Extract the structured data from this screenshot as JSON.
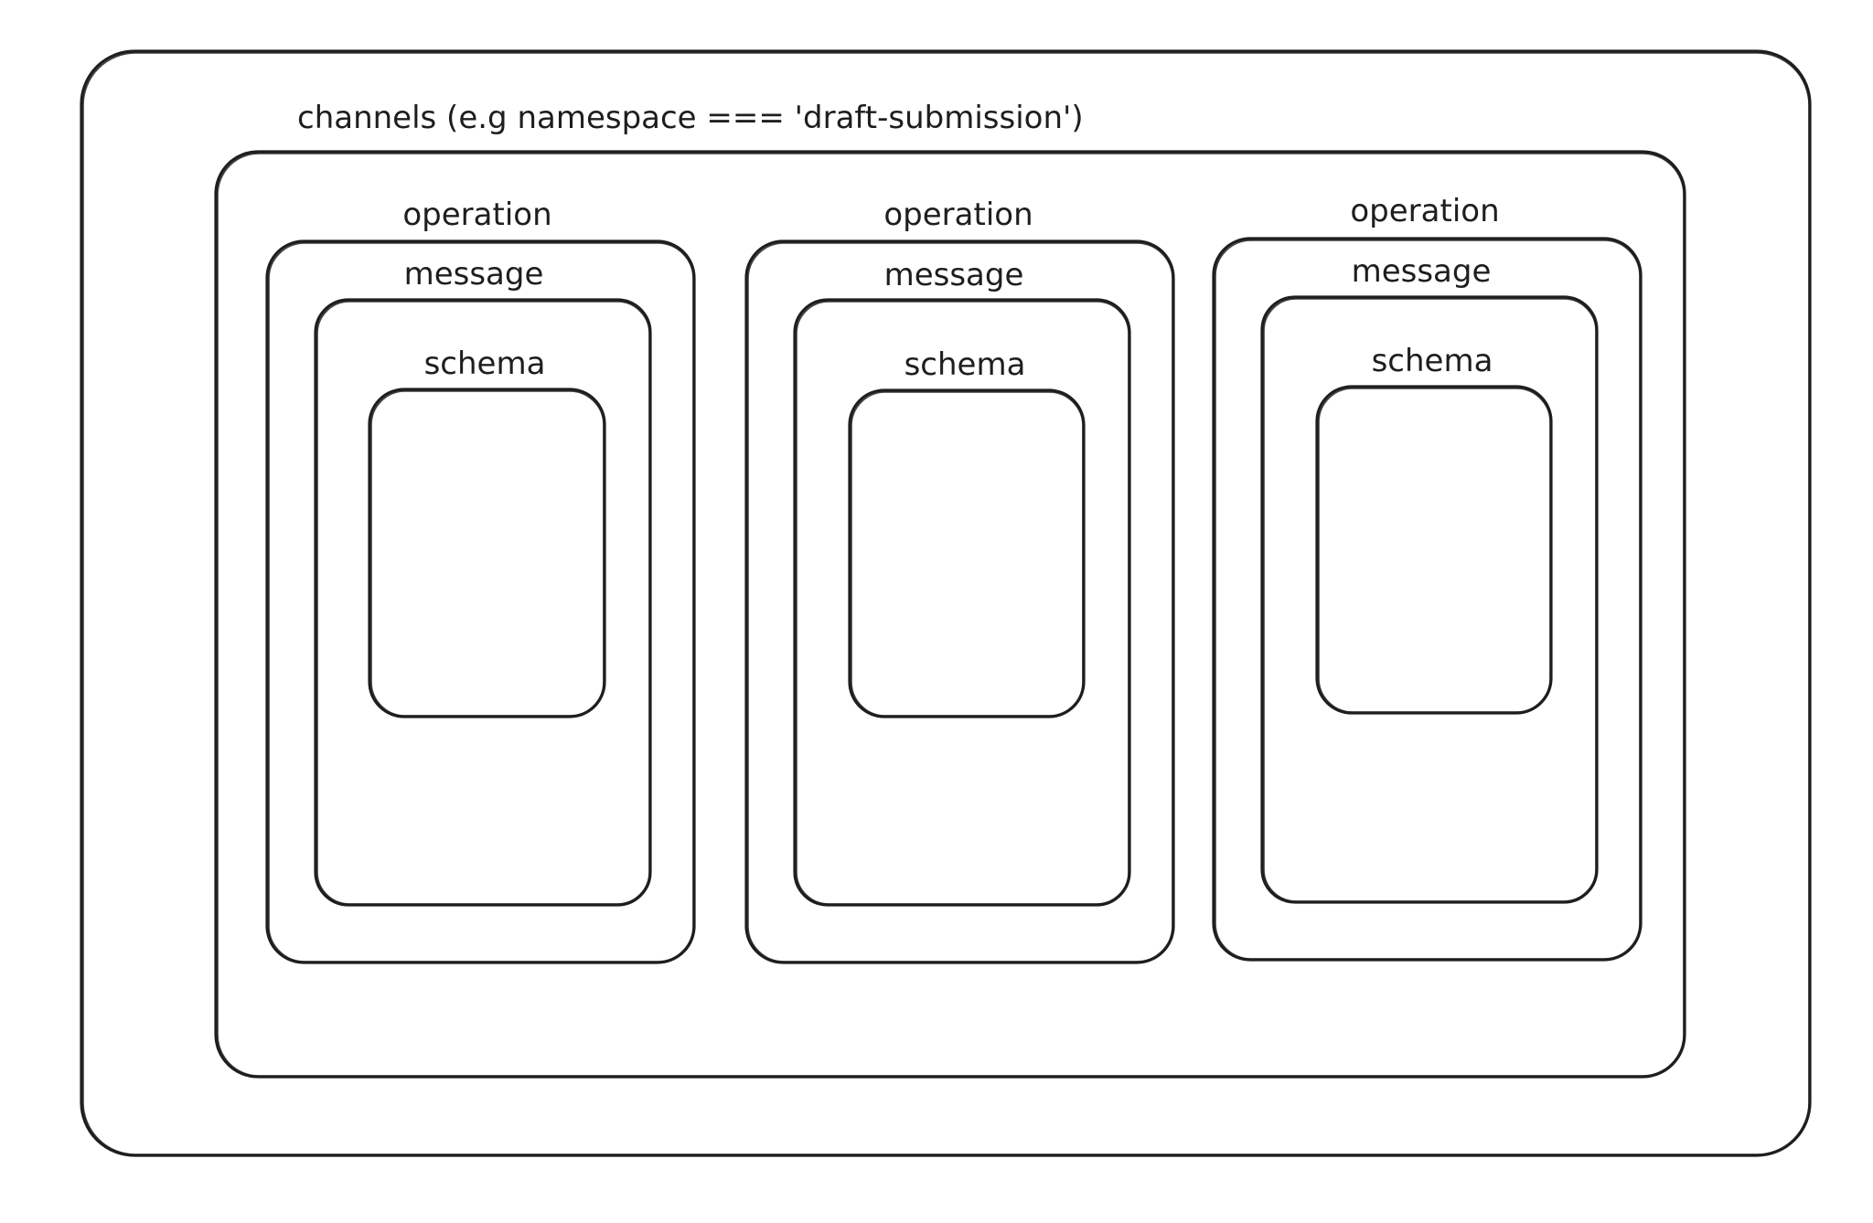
{
  "diagram": {
    "outer": {
      "label": ""
    },
    "channels": {
      "label": "channels (e.g namespace === 'draft-submission')"
    },
    "groups": [
      {
        "operation_label": "operation",
        "message_label": "message",
        "schema_label": "schema"
      },
      {
        "operation_label": "operation",
        "message_label": "message",
        "schema_label": "schema"
      },
      {
        "operation_label": "operation",
        "message_label": "message",
        "schema_label": "schema"
      }
    ]
  },
  "colors": {
    "stroke": "#1e1e1e",
    "background": "#ffffff"
  }
}
